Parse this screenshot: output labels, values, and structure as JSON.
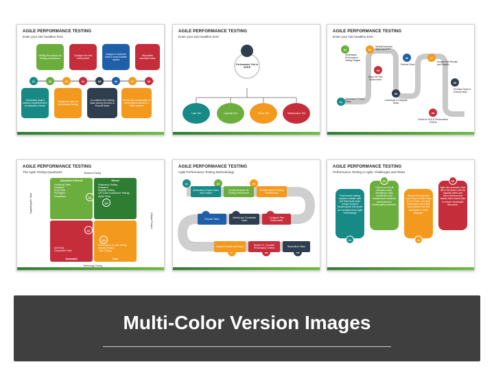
{
  "banner": {
    "title": "Multi-Color Version Images"
  },
  "slides": [
    {
      "title": "AGILE PERFORMANCE TESTING",
      "subtitle": "Enter your sub headline here",
      "top_items": [
        "Identify the reasons for testing performance",
        "Configure the test environment",
        "Analyze in depth the result & Draw suitable reports",
        "Reportable scheduled tasks"
      ],
      "bottom_items": [
        "Understand project needs & requirements in an elaborate manner",
        "Identify the value for performance testing",
        "Co-ordinate the existing tasks among the team & Execute tasks",
        "Revise the consideration of performance criteria in a better manner"
      ],
      "steps": [
        "01",
        "02",
        "03",
        "04",
        "05",
        "06",
        "07",
        "08"
      ]
    },
    {
      "title": "AGILE PERFORMANCE TESTING",
      "subtitle": "Enter your sub headline here",
      "center": "Performance Test in AGILE",
      "items": [
        "Load Test",
        "Capacity Test",
        "Stress Test",
        "Infrastructure Test"
      ]
    },
    {
      "title": "AGILE PERFORMANCE TESTING",
      "subtitle": "Enter your sub headline here",
      "steps": [
        "01",
        "02",
        "03",
        "04",
        "05",
        "06",
        "07",
        "08",
        "09"
      ],
      "labels": [
        "Understand Project Vision",
        "Understand Performance Testing Targets",
        "Identify Business value out of PT",
        "Setup the Test Environment",
        "Coordinate & Delegate Tasks",
        "Execute Tests",
        "Analyze test Results and Reports",
        "Check for SLA & Performance Criteria",
        "Prioritize Tasks & Execute tests"
      ]
    },
    {
      "title": "AGILE PERFORMANCE TESTING",
      "subtitle": "The Agile Testing Quadrants",
      "top_axis": "Business Facing",
      "bottom_axis": "Technology Facing",
      "left_axis": "Supporting the Team",
      "right_axis": "Critique Product",
      "q_titles": [
        "Automated & Manual",
        "Manual",
        "Automated",
        "Tools"
      ],
      "q_labels": [
        "Q2",
        "Q3",
        "Q1",
        "Q4"
      ],
      "q2_items": [
        "Functional Tests",
        "Examples",
        "Story Tests",
        "Prototypes",
        "Simulations"
      ],
      "q3_items": [
        "Exploratory Testing",
        "Scenarios",
        "Usability Testing",
        "UAT (User Acceptance Testing)",
        "Alpha / Beta"
      ],
      "q1_items": [
        "Unit Tests",
        "Component Tests"
      ],
      "q4_items": [
        "Performance & Load Testing",
        "Security Testing",
        "\"-ility\" Testing"
      ]
    },
    {
      "title": "AGILE PERFORMANCE TESTING",
      "subtitle": "Agile Performance Testing Methodology",
      "steps": [
        "01",
        "02",
        "03",
        "04",
        "05",
        "06",
        "07",
        "08",
        "09"
      ],
      "labels": [
        "Understand Project Vision and Context",
        "Identify Reasons for Testing Performance",
        "Identify Value of Testing Performance",
        "Configure Test Environment",
        "Identify and Coordinate Tasks",
        "Execute Tasks",
        "Analyze Results and Report",
        "Revisit 1-3, Consider Performance Criteria",
        "Reprioritize Tasks"
      ]
    },
    {
      "title": "AGILE PERFORMANCE TESTING",
      "subtitle": "Performance Testing in Agile: Challenges and Risks",
      "steps": [
        "01",
        "02",
        "03",
        "04"
      ],
      "texts": [
        "Performance testing requires a stable code and that would mean doing it at sprint hardening but that would be a deviation from Agile methodology",
        "There is no one-fit workload model. Identifying a right architecture and infrastructure workload could based on functionalities delivered.",
        "Shorter Development Cycle May increase Tests in Less Time. You need automation tools which could deliver time well application to better language.",
        "Agile also promises more direct interaction with the capacity teams and hence performance testers need factual data to ensure meaningful discussion."
      ]
    }
  ],
  "colors": {
    "red": "#c62d3b",
    "orange": "#f39a1e",
    "blue": "#1e5fa8",
    "teal": "#178a86",
    "green": "#6cae3e",
    "dark": "#2f3e4e"
  }
}
